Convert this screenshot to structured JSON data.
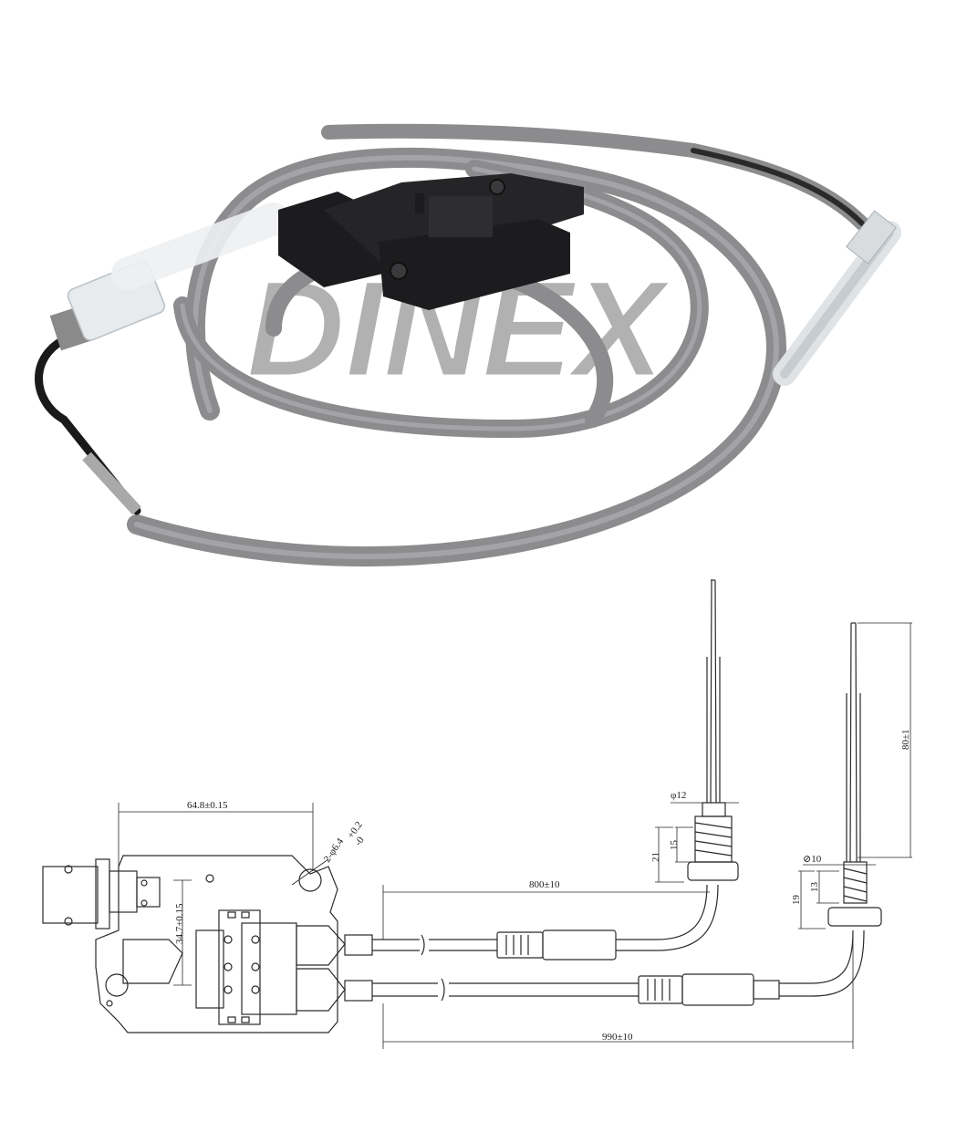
{
  "watermark": {
    "brand": "DINEX"
  },
  "drawing": {
    "dimensions": {
      "flange_width": "64.8±0.15",
      "hole_spacing": "34.7±0.15",
      "hole_diameter": "2-φ6.4",
      "hole_tolerance_plus": "+0.2",
      "hole_tolerance_minus": "-0",
      "cable_length_upper": "800±10",
      "cable_length_lower": "990±10",
      "probe1_diameter": "φ12",
      "probe1_thread_length": "15",
      "probe1_total_length": "21",
      "probe2_diameter": "⊘10",
      "probe2_thread_length": "13",
      "probe2_total_length": "19",
      "probe2_tip_length": "80±1"
    }
  },
  "colors": {
    "cable": "#8c8c8e",
    "cable_dark": "#6f6f72",
    "connector_body": "#1c1c1e",
    "sleeve": "#dfe3e6",
    "metal": "#9a9a9a",
    "line": "#2a2a2a"
  }
}
